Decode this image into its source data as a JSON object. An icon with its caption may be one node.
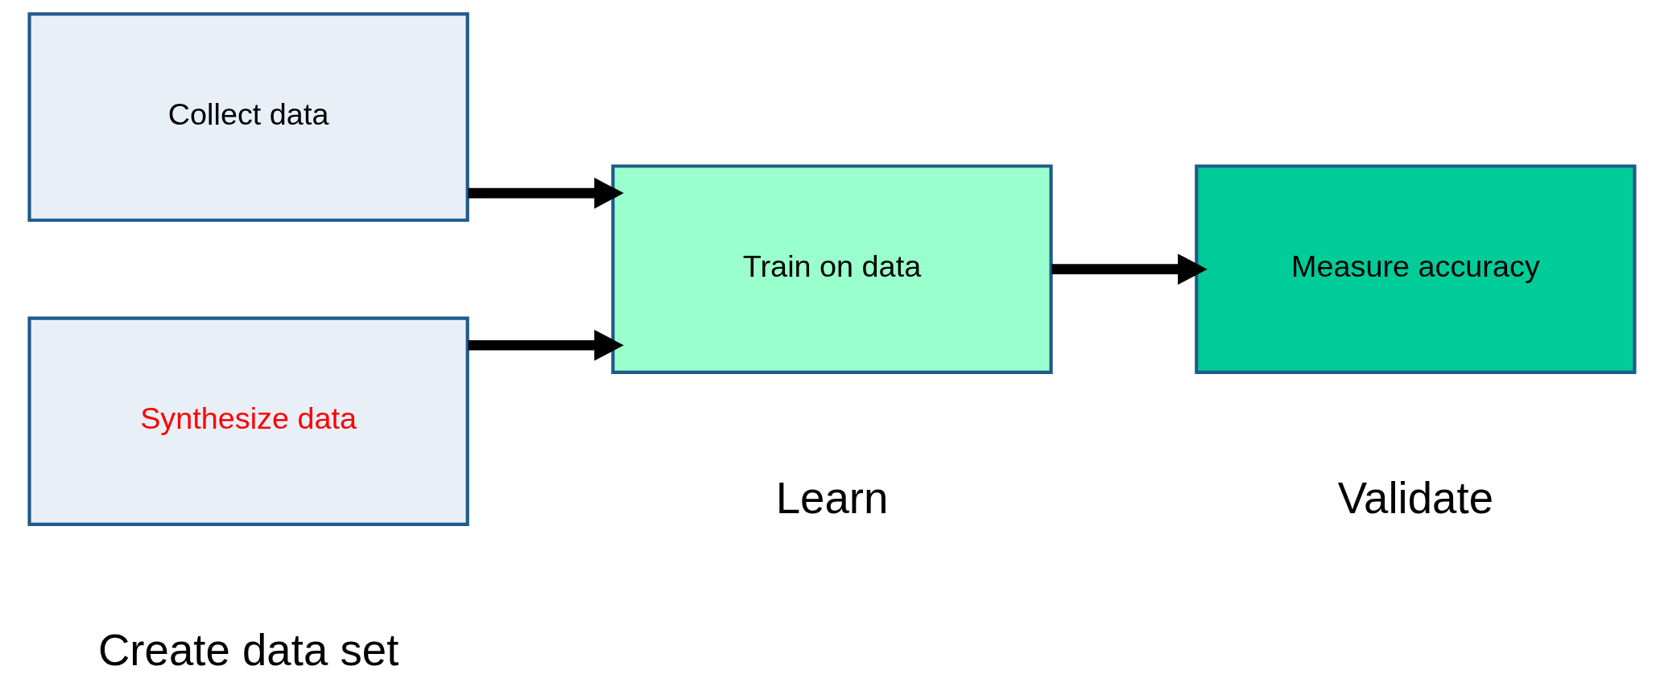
{
  "diagram": {
    "nodes": [
      {
        "text": [
          "Collect data"
        ]
      },
      {
        "text": [
          "Synthesize data"
        ]
      },
      {
        "text": [
          "Train on data"
        ]
      },
      {
        "text": [
          "Measure accuracy"
        ]
      }
    ],
    "edges": [
      {
        "from": 0,
        "to": 2,
        "arrow": "to"
      },
      {
        "from": 1,
        "to": 2,
        "arrow": "to"
      },
      {
        "from": 2,
        "to": 3,
        "arrow": "to"
      }
    ],
    "labels": [
      "Create data set",
      "Learn",
      "Validate"
    ]
  }
}
